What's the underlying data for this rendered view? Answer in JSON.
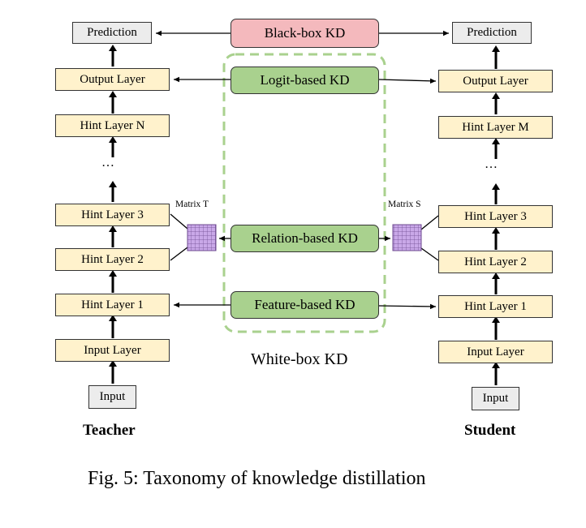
{
  "teacher": {
    "title": "Teacher",
    "prediction": "Prediction",
    "output_layer": "Output Layer",
    "hint_top": "Hint Layer N",
    "ellipsis": "…",
    "hint_3": "Hint Layer 3",
    "hint_2": "Hint Layer 2",
    "hint_1": "Hint Layer 1",
    "input_layer": "Input Layer",
    "input": "Input",
    "matrix": "Matrix T"
  },
  "student": {
    "title": "Student",
    "prediction": "Prediction",
    "output_layer": "Output Layer",
    "hint_top": "Hint Layer M",
    "ellipsis": "…",
    "hint_3": "Hint Layer 3",
    "hint_2": "Hint Layer 2",
    "hint_1": "Hint Layer 1",
    "input_layer": "Input Layer",
    "input": "Input",
    "matrix": "Matrix S"
  },
  "kd": {
    "black_box": "Black-box KD",
    "logit": "Logit-based KD",
    "relation": "Relation-based KD",
    "feature": "Feature-based KD",
    "white_box": "White-box KD"
  },
  "caption": "Fig. 5: Taxonomy of knowledge distillation",
  "colors": {
    "layer_fill": "#fff2cc",
    "kd_fill": "#a9d18e",
    "black_box_fill": "#f4b9bd",
    "white_box_border": "#a9d18e",
    "matrix_fill": "#c9a8e8"
  }
}
